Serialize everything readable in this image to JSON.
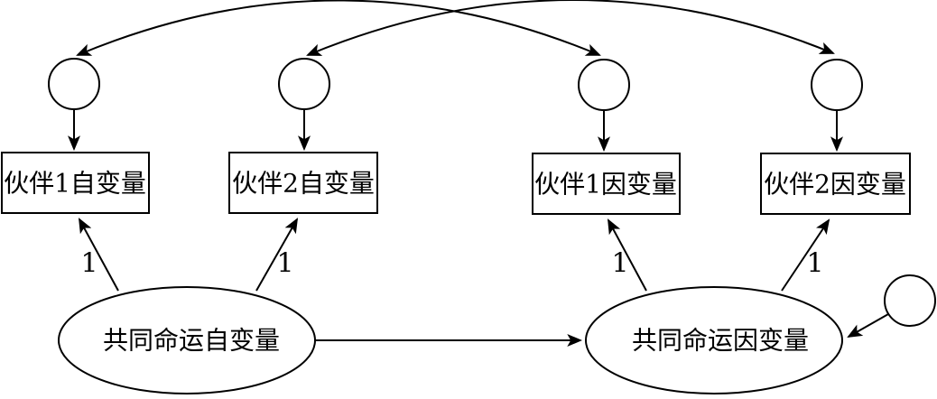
{
  "diagram": {
    "title_hint": "common-fate structural equation model diagram",
    "observed_boxes": [
      {
        "label": "伙伴1自变量"
      },
      {
        "label": "伙伴2自变量"
      },
      {
        "label": "伙伴1因变量"
      },
      {
        "label": "伙伴2因变量"
      }
    ],
    "latent_ellipses": [
      {
        "label": "共同命运自变量"
      },
      {
        "label": "共同命运因变量"
      }
    ],
    "loading_labels": [
      "1",
      "1",
      "1",
      "1"
    ],
    "colors": {
      "stroke": "#000000",
      "background": "#ffffff"
    }
  }
}
